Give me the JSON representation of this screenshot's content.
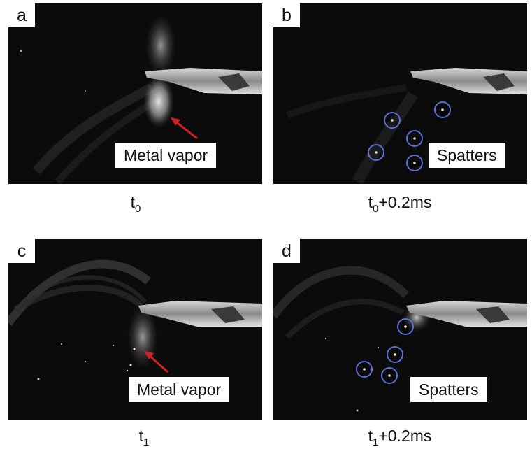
{
  "panels": [
    {
      "id": "a",
      "letter": "a",
      "label": "Metal vapor",
      "caption_base": "t",
      "caption_sub": "0",
      "caption_suffix": ""
    },
    {
      "id": "b",
      "letter": "b",
      "label": "Spatters",
      "caption_base": "t",
      "caption_sub": "0",
      "caption_suffix": "+0.2ms"
    },
    {
      "id": "c",
      "letter": "c",
      "label": "Metal vapor",
      "caption_base": "t",
      "caption_sub": "1",
      "caption_suffix": ""
    },
    {
      "id": "d",
      "letter": "d",
      "label": "Spatters",
      "caption_base": "t",
      "caption_sub": "1",
      "caption_suffix": "+0.2ms"
    }
  ],
  "colors": {
    "arrow": "#d42020",
    "spatter_circle": "#5a6fd8",
    "background": "#0b0b0b"
  }
}
